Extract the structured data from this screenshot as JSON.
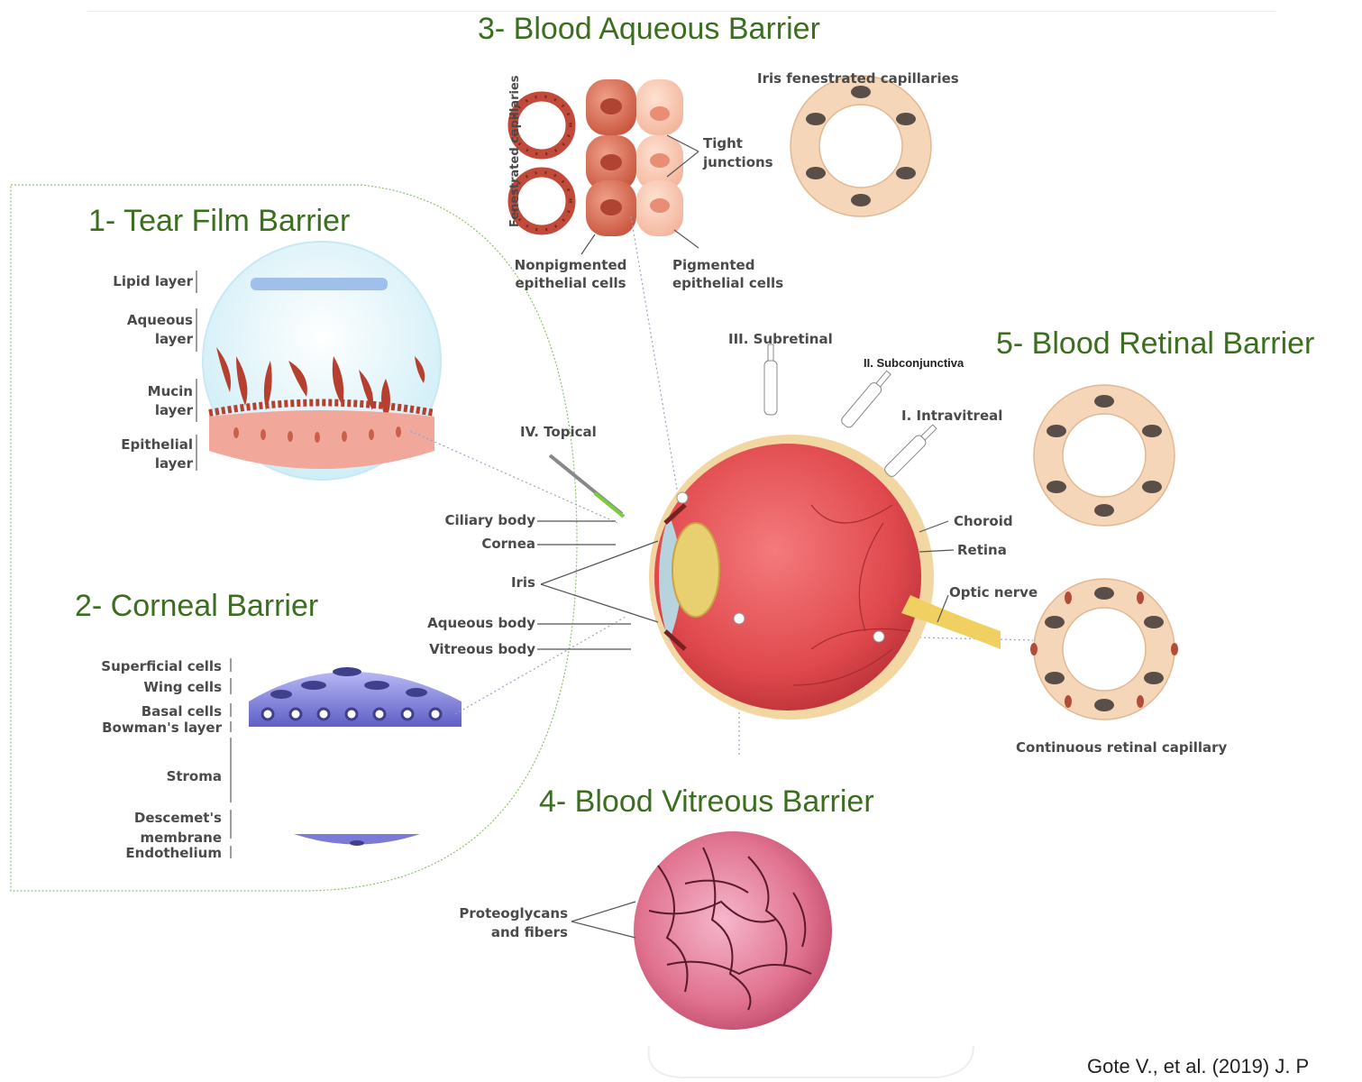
{
  "barriers": {
    "tear_film": "1- Tear Film Barrier",
    "corneal": "2- Corneal Barrier",
    "blood_aqueous": "3- Blood Aqueous Barrier",
    "blood_vitreous": "4- Blood Vitreous Barrier",
    "blood_retinal": "5- Blood Retinal Barrier"
  },
  "tear_film_layers": {
    "lipid": "Lipid layer",
    "aqueous_1": "Aqueous",
    "aqueous_2": "layer",
    "mucin_1": "Mucin",
    "mucin_2": "layer",
    "epithelial_1": "Epithelial",
    "epithelial_2": "layer"
  },
  "corneal_layers": {
    "superficial": "Superficial cells",
    "wing": "Wing cells",
    "basal": "Basal cells",
    "bowman": "Bowman's layer",
    "stroma": "Stroma",
    "descemet_1": "Descemet's",
    "descemet_2": "membrane",
    "endothelium": "Endothelium"
  },
  "aqueous_labels": {
    "fenestrated": "Fenestrated capillaries",
    "tight_1": "Tight",
    "tight_2": "junctions",
    "iris_fen": "Iris fenestrated capillaries",
    "nonpig_1": "Nonpigmented",
    "nonpig_2": "epithelial cells",
    "pig_1": "Pigmented",
    "pig_2": "epithelial cells"
  },
  "routes": {
    "subretinal": "III. Subretinal",
    "subconj": "II. Subconjunctiva",
    "intravitreal": "I. Intravitreal",
    "topical": "IV. Topical"
  },
  "eye_labels": {
    "ciliary": "Ciliary body",
    "cornea": "Cornea",
    "iris": "Iris",
    "aqueous_body": "Aqueous body",
    "vitreous_body": "Vitreous body",
    "choroid": "Choroid",
    "retina": "Retina",
    "optic": "Optic nerve"
  },
  "retinal_labels": {
    "continuous": "Continuous retinal capillary"
  },
  "vitreous_labels": {
    "proteo_1": "Proteoglycans",
    "proteo_2": "and fibers"
  },
  "citation": "Gote V., et al. (2019) J. P",
  "colors": {
    "title_green": "#3b6e1e",
    "eye_red": "#e8585a",
    "cell_fill": "#f8dcc0",
    "nucleus": "#5a4e48",
    "corneal_blue": "#6f6fd0",
    "vitreous_pink": "#e07090"
  }
}
